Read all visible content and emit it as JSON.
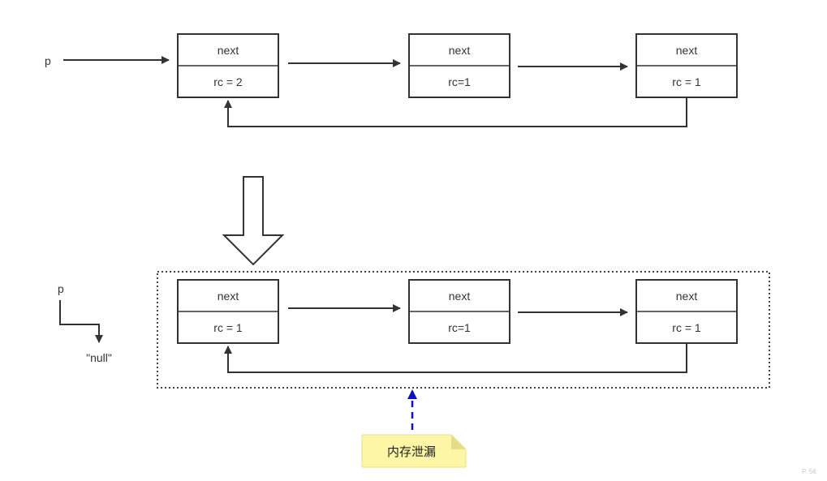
{
  "top": {
    "pointer_label": "p",
    "nodes": [
      {
        "top": "next",
        "bottom": "rc = 2"
      },
      {
        "top": "next",
        "bottom": "rc=1"
      },
      {
        "top": "next",
        "bottom": "rc = 1"
      }
    ]
  },
  "bottom": {
    "pointer_label": "p",
    "null_label": "\"null\"",
    "nodes": [
      {
        "top": "next",
        "bottom": "rc = 1"
      },
      {
        "top": "next",
        "bottom": "rc=1"
      },
      {
        "top": "next",
        "bottom": "rc = 1"
      }
    ]
  },
  "note": {
    "text": "内存泄漏"
  },
  "watermark": "P. 56",
  "colors": {
    "line": "#333333",
    "note_fill": "#fcf6a6",
    "note_fold": "#e6dd86",
    "note_arrow": "#1010cc",
    "dotted_border": "#444444"
  }
}
